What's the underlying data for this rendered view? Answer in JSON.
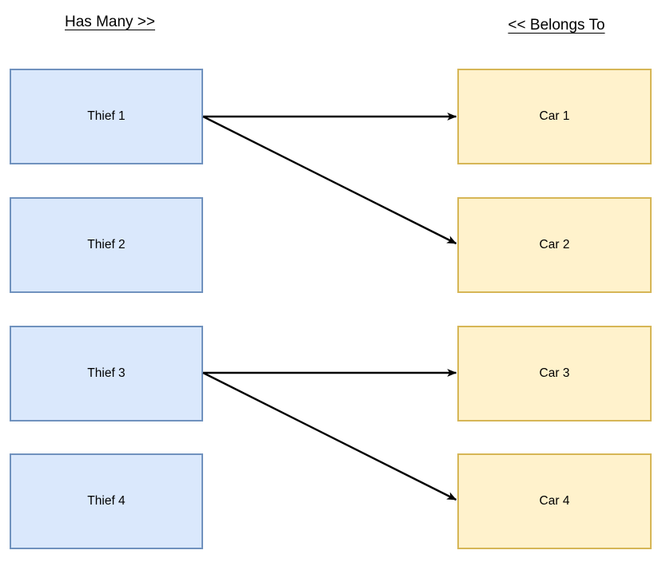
{
  "diagram": {
    "title": "Has Many / Belongs To Relationship Diagram",
    "background_color": "#ffffff",
    "headers": {
      "left": "Has Many >>",
      "right": "<< Belongs To"
    },
    "colors": {
      "left_node_fill": "#dae8fc",
      "left_node_border": "#7092be",
      "right_node_fill": "#fff2cc",
      "right_node_border": "#d6b656",
      "connector_stroke": "#000000",
      "text": "#000000"
    },
    "left_nodes": [
      {
        "label": "Thief 1"
      },
      {
        "label": "Thief 2"
      },
      {
        "label": "Thief 3"
      },
      {
        "label": "Thief 4"
      }
    ],
    "right_nodes": [
      {
        "label": "Car 1"
      },
      {
        "label": "Car 2"
      },
      {
        "label": "Car 3"
      },
      {
        "label": "Car 4"
      }
    ],
    "connectors": [
      {
        "from": "Thief 1",
        "to": "Car 1",
        "style": "straight-arrow"
      },
      {
        "from": "Thief 1",
        "to": "Car 2",
        "style": "diagonal-arrow"
      },
      {
        "from": "Thief 3",
        "to": "Car 3",
        "style": "straight-arrow"
      },
      {
        "from": "Thief 3",
        "to": "Car 4",
        "style": "diagonal-arrow"
      }
    ]
  }
}
